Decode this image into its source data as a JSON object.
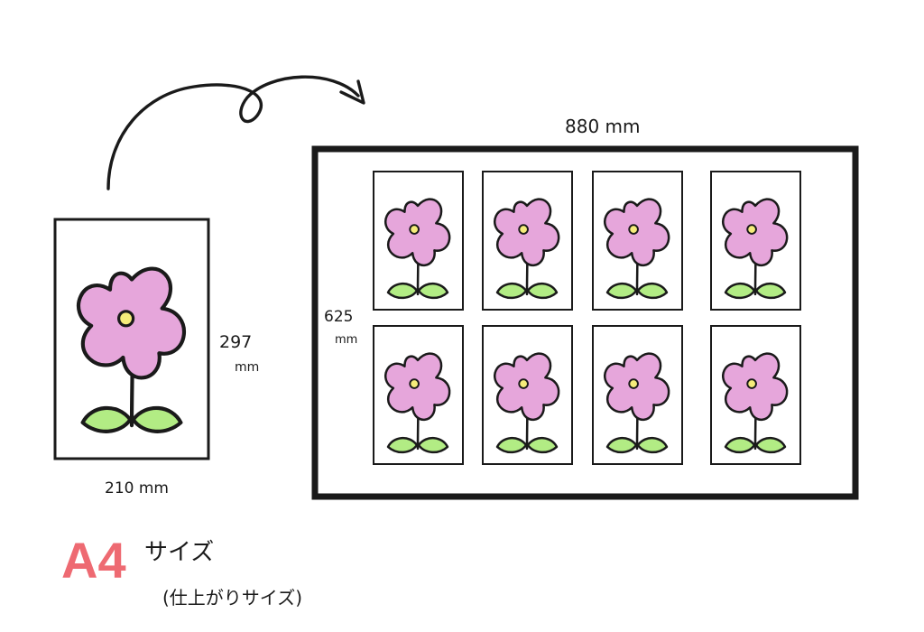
{
  "single_sheet": {
    "width_label": "210 mm",
    "height_value": "297",
    "height_unit": "mm"
  },
  "large_sheet": {
    "width_label": "880 mm",
    "height_value": "625",
    "height_unit": "mm",
    "rows": 2,
    "columns": 4
  },
  "size_label": {
    "primary": "A4",
    "suffix": "サイズ",
    "note": "(仕上がりサイズ)"
  },
  "colors": {
    "petal": "#e6a6db",
    "center": "#f5ec7a",
    "leaf": "#b2ec84",
    "outline": "#1a1a1a",
    "size_text": "#ee6a72"
  }
}
